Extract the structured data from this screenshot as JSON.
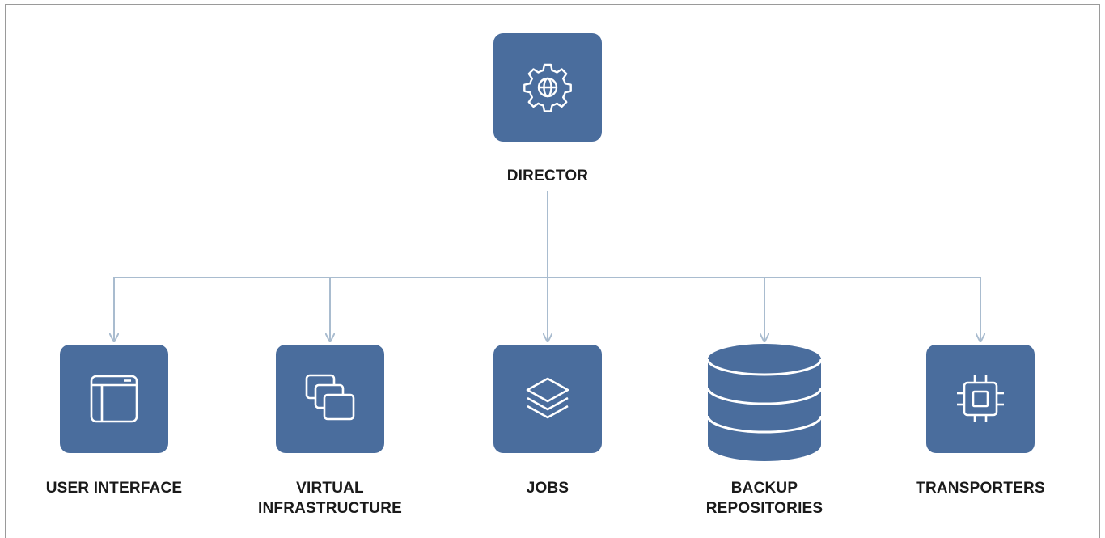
{
  "colors": {
    "node_fill": "#4a6d9d",
    "connector": "#a9bccf",
    "icon_stroke": "#ffffff"
  },
  "director": {
    "label": "DIRECTOR",
    "icon": "gear-globe-icon"
  },
  "components": [
    {
      "label_lines": [
        "USER INTERFACE"
      ],
      "icon": "browser-window-icon"
    },
    {
      "label_lines": [
        "VIRTUAL",
        "INFRASTRUCTURE"
      ],
      "icon": "stacked-windows-icon"
    },
    {
      "label_lines": [
        "JOBS"
      ],
      "icon": "layers-icon"
    },
    {
      "label_lines": [
        "BACKUP",
        "REPOSITORIES"
      ],
      "icon": "database-icon"
    },
    {
      "label_lines": [
        "TRANSPORTERS"
      ],
      "icon": "chip-icon"
    }
  ]
}
